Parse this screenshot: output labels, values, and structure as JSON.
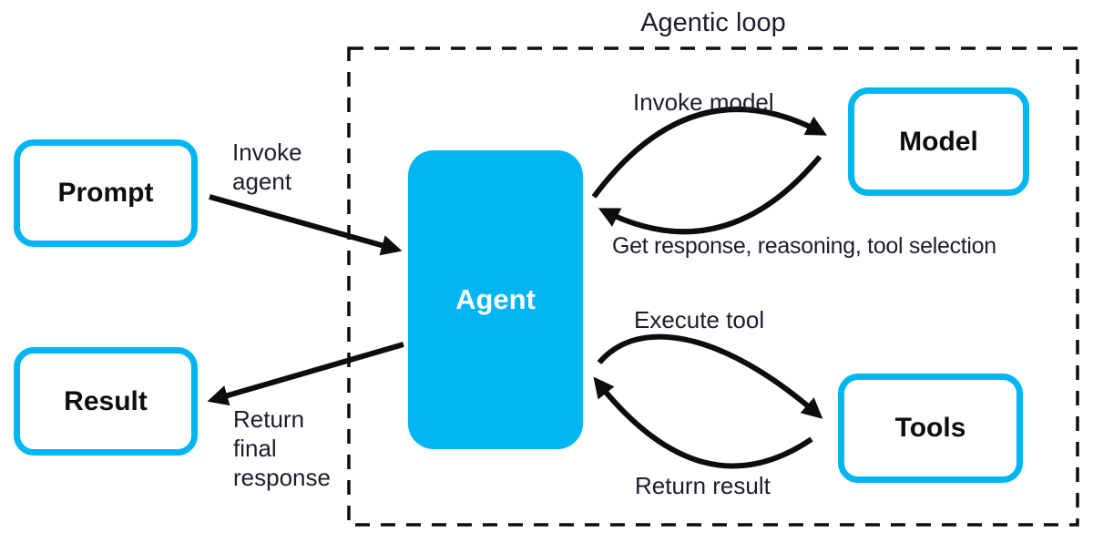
{
  "title": "Agentic loop",
  "colors": {
    "accent": "#00b6f2",
    "line": "#0d0d0d",
    "label": "#1d1d2b"
  },
  "nodes": {
    "prompt": {
      "label": "Prompt"
    },
    "result": {
      "label": "Result"
    },
    "agent": {
      "label": "Agent"
    },
    "model": {
      "label": "Model"
    },
    "tools": {
      "label": "Tools"
    }
  },
  "edges": {
    "invoke_agent": {
      "label": "Invoke agent"
    },
    "return_final_response": {
      "label": "Return final response"
    },
    "invoke_model": {
      "label": "Invoke model"
    },
    "get_response": {
      "label": "Get response, reasoning, tool selection"
    },
    "execute_tool": {
      "label": "Execute tool"
    },
    "return_result": {
      "label": "Return result"
    }
  }
}
